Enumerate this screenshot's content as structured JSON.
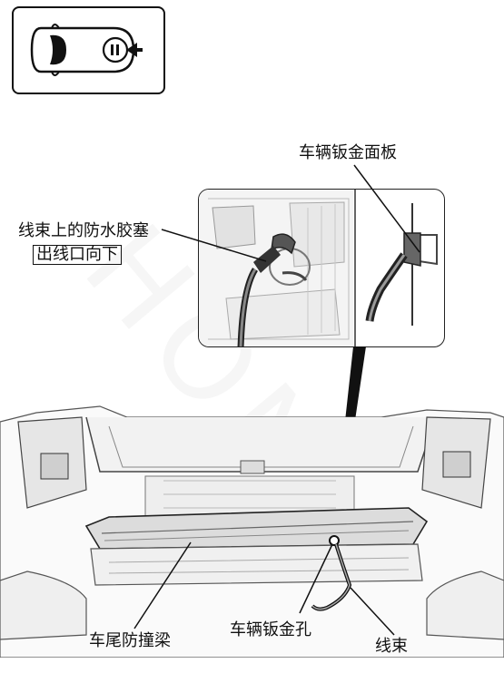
{
  "watermark": "HONDA",
  "labels": {
    "panel": "车辆钣金面板",
    "grommet": "线束上的防水胶塞",
    "exit_down": "出线口向下",
    "bumper_beam": "车尾防撞梁",
    "panel_hole": "车辆钣金孔",
    "harness": "线束"
  },
  "icons": {
    "view_indicator": "vehicle-rear-view-icon"
  }
}
